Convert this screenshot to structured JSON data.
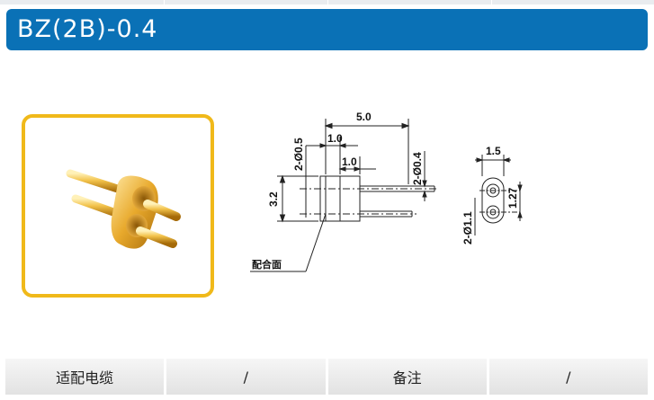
{
  "header": {
    "title": "BZ(2B)-0.4"
  },
  "drawing": {
    "side_view": {
      "dim_overall_length": "5.0",
      "dim_step_upper": "1.0",
      "dim_step_lower": "1.0",
      "dim_flange_dia": "2-Ø0.5",
      "dim_pin_dia": "2-Ø0.4",
      "dim_height": "3.2",
      "callout_label": "配合面"
    },
    "end_view": {
      "dim_width": "1.5",
      "dim_pitch": "1.27",
      "dim_hole_dia": "2-Ø1.1"
    }
  },
  "spec_table": {
    "cells": [
      "适配电缆",
      "/",
      "备注",
      "/"
    ]
  }
}
